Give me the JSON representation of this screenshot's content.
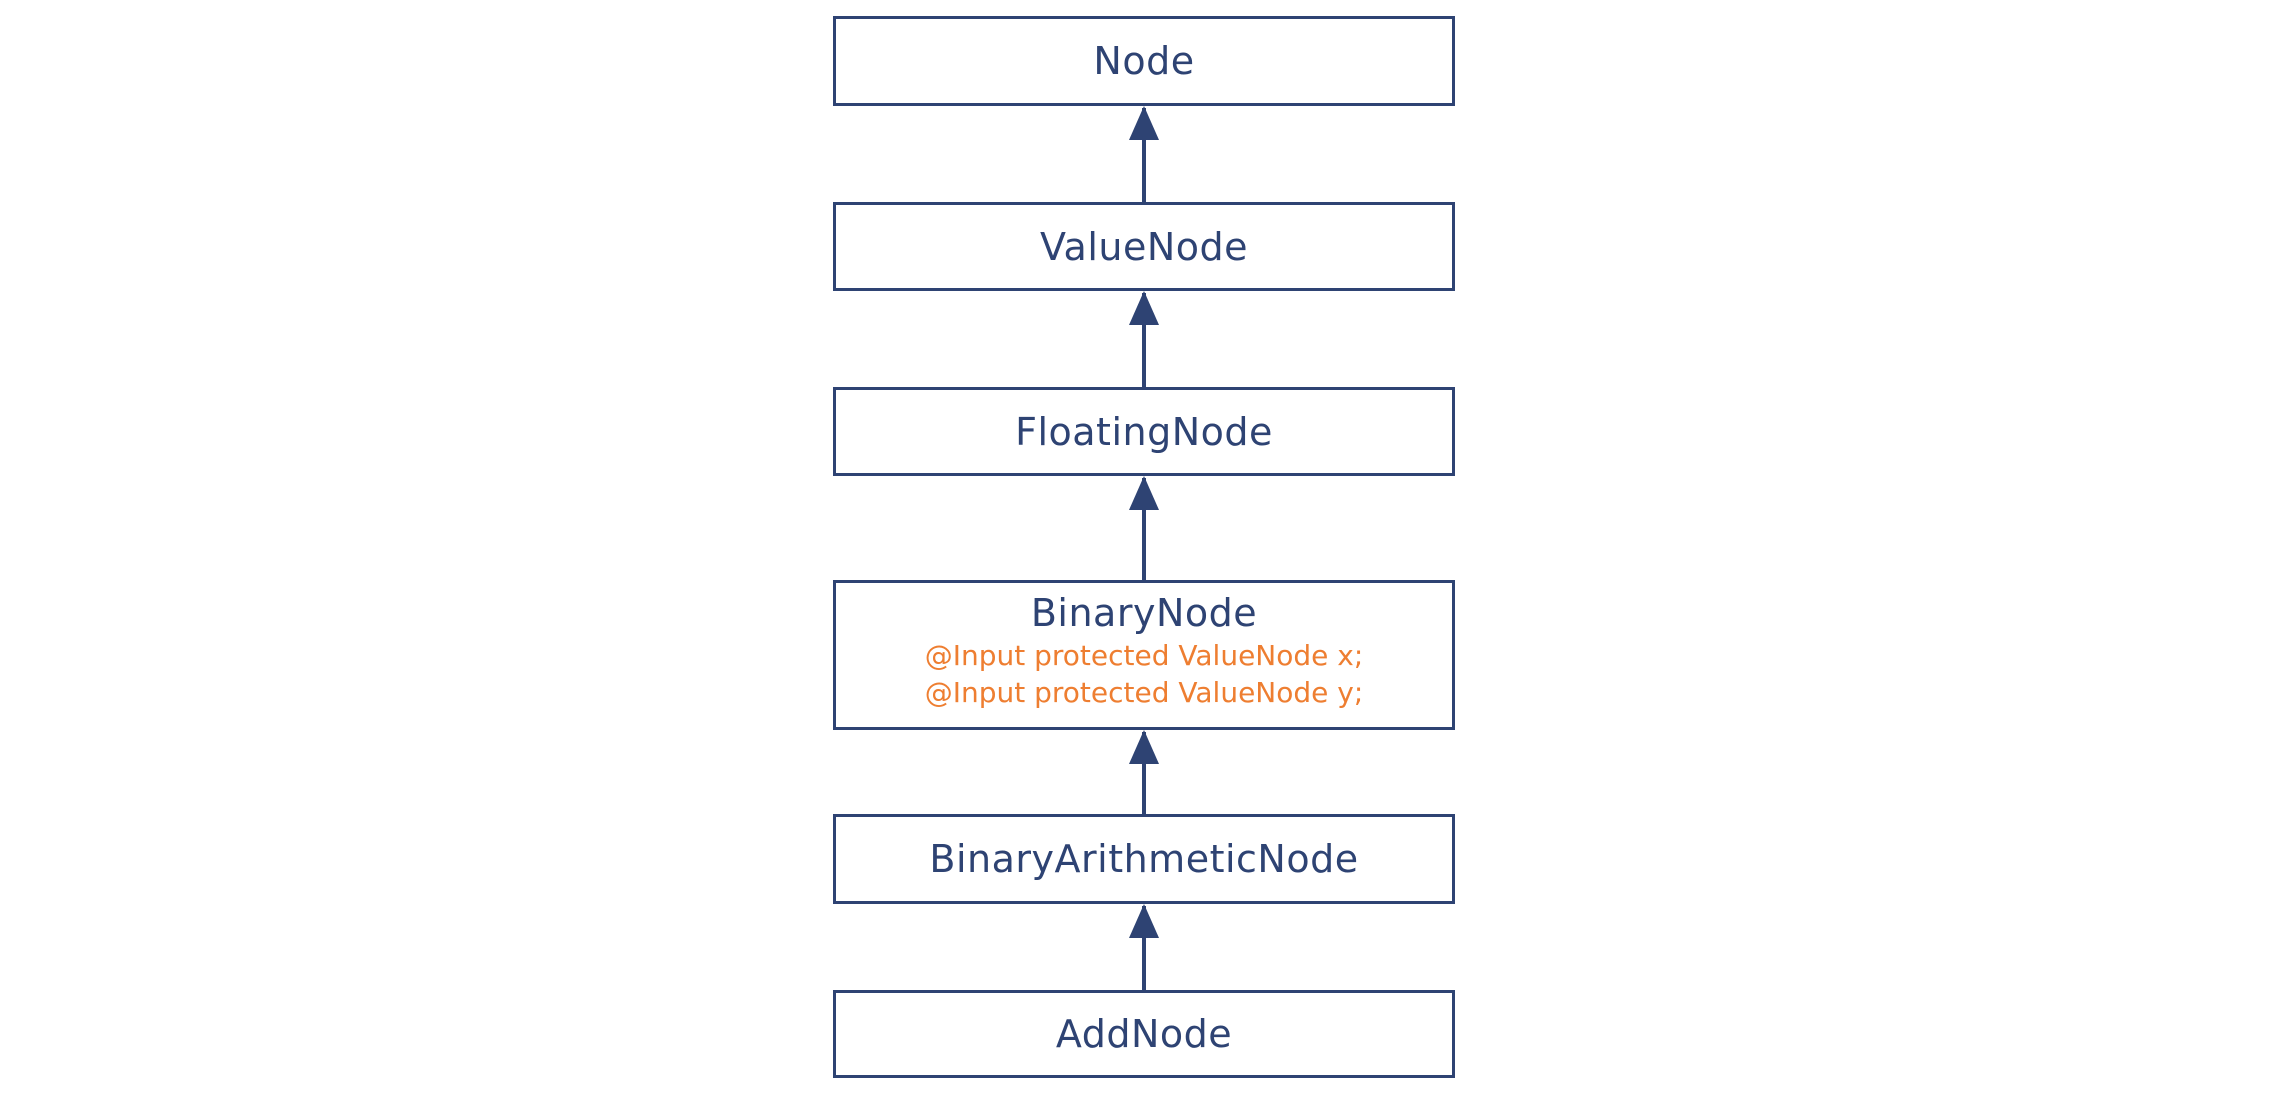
{
  "diagram": {
    "type": "uml-class-inheritance-hierarchy",
    "nodes": [
      {
        "label": "Node"
      },
      {
        "label": "ValueNode"
      },
      {
        "label": "FloatingNode"
      },
      {
        "label": "BinaryNode",
        "attributes": [
          "@Input protected ValueNode x;",
          "@Input protected ValueNode y;"
        ]
      },
      {
        "label": "BinaryArithmeticNode"
      },
      {
        "label": "AddNode"
      }
    ],
    "edges": [
      {
        "from": "ValueNode",
        "to": "Node",
        "type": "inheritance"
      },
      {
        "from": "FloatingNode",
        "to": "ValueNode",
        "type": "inheritance"
      },
      {
        "from": "BinaryNode",
        "to": "FloatingNode",
        "type": "inheritance"
      },
      {
        "from": "BinaryArithmeticNode",
        "to": "BinaryNode",
        "type": "inheritance"
      },
      {
        "from": "AddNode",
        "to": "BinaryArithmeticNode",
        "type": "inheritance"
      }
    ]
  },
  "colors": {
    "navy": "#2e4373",
    "orange": "#ee7e31",
    "background": "#ffffff"
  }
}
